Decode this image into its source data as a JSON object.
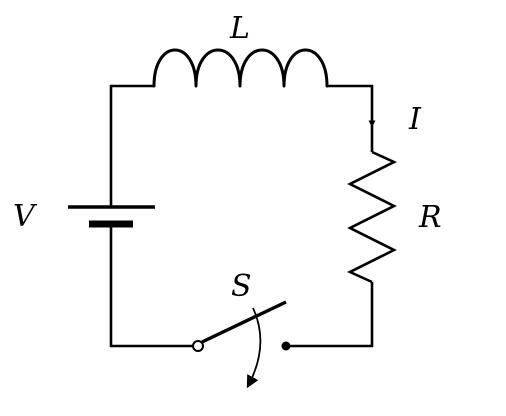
{
  "labels": {
    "inductor": "L",
    "current": "I",
    "voltage": "V",
    "resistor": "R",
    "switch": "S"
  }
}
